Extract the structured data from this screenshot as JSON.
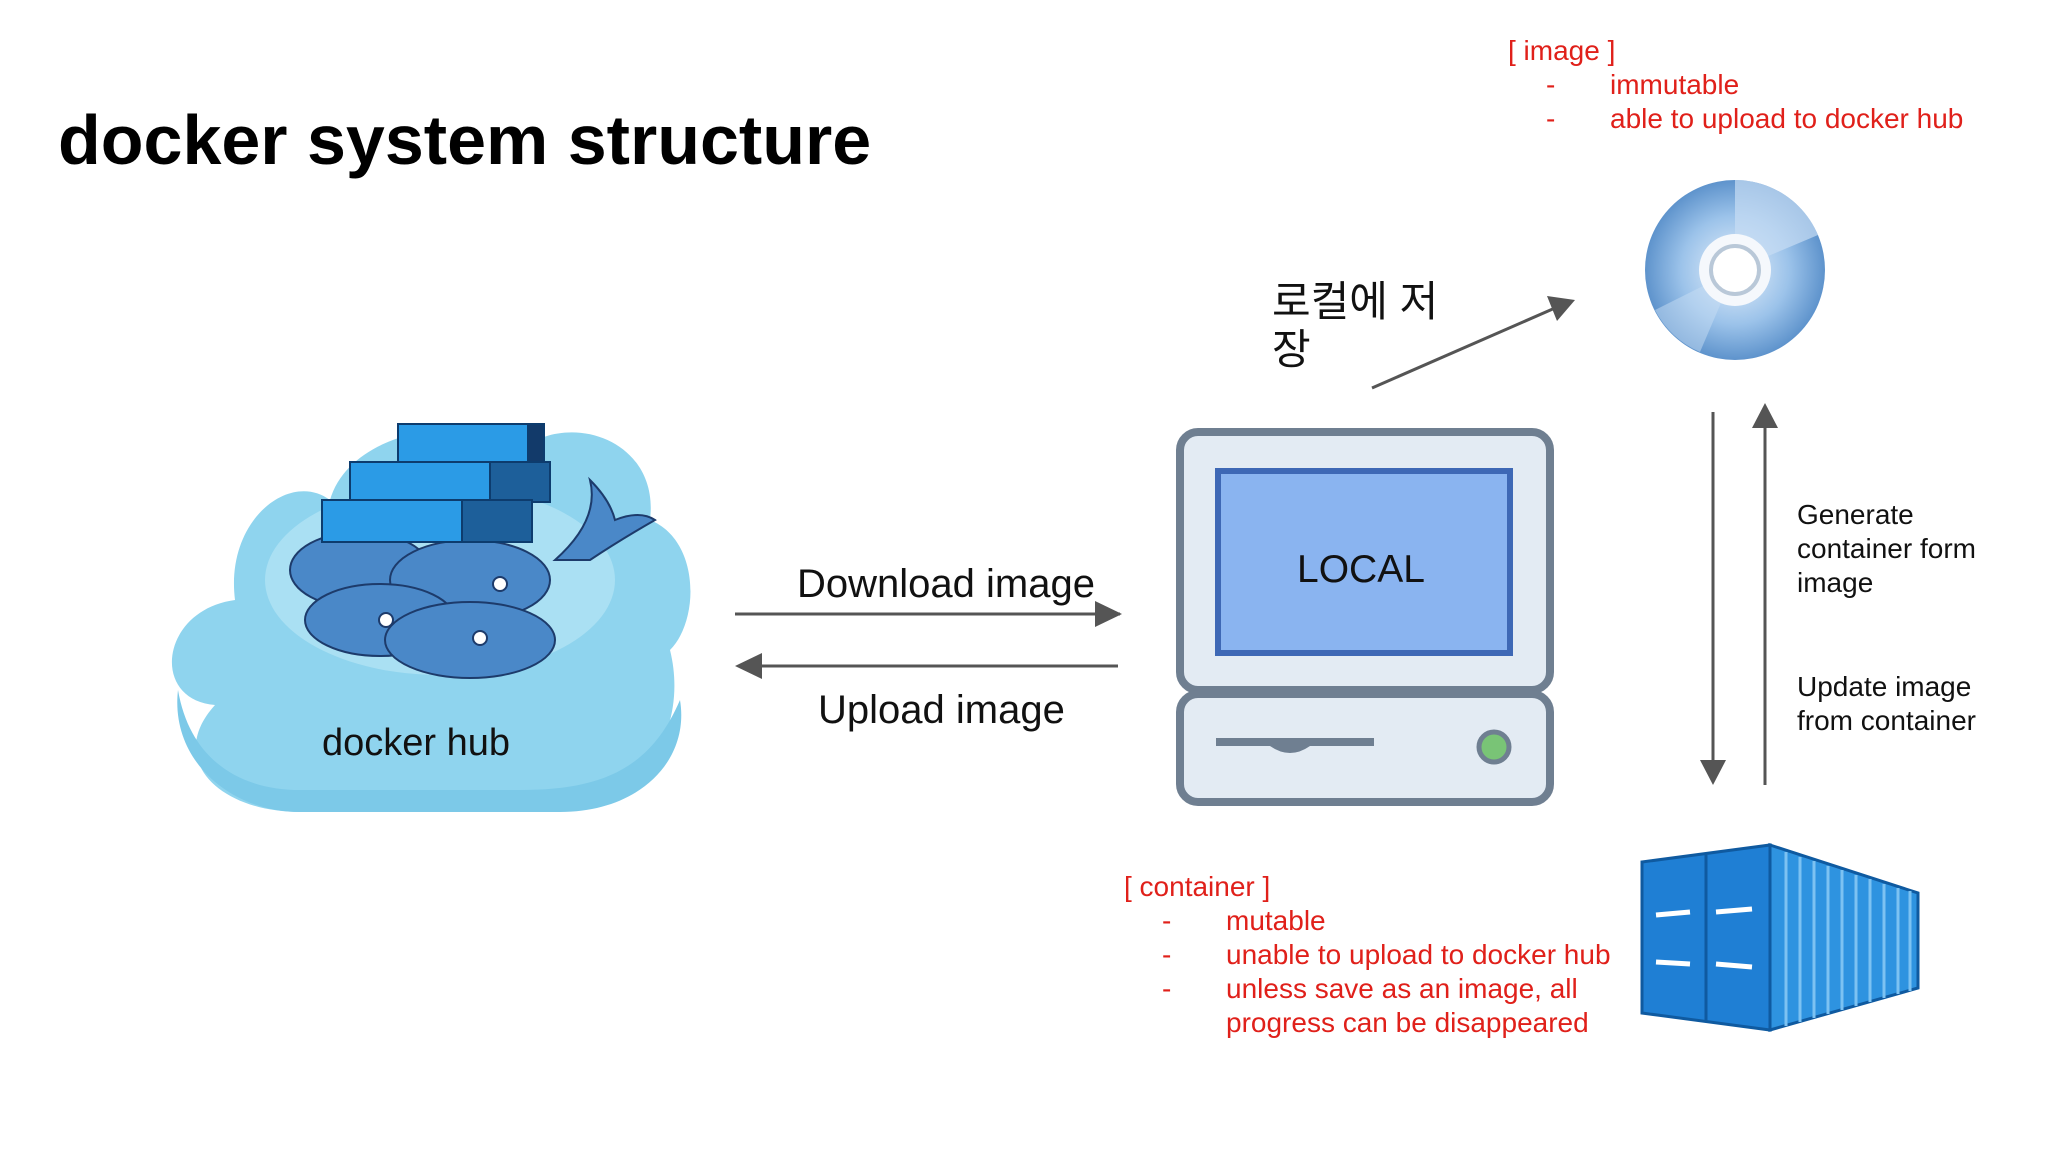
{
  "title": "docker system structure",
  "hub_label": "docker hub",
  "download_label": "Download image",
  "upload_label": "Upload image",
  "local_label": "LOCAL",
  "save_local_label": "로컬에 저장",
  "generate_label": "Generate container form image",
  "update_label": "Update image from container",
  "image_note": {
    "heading": "[ image ]",
    "items": [
      "immutable",
      "able to upload to docker hub"
    ]
  },
  "container_note": {
    "heading": "[ container ]",
    "items": [
      "mutable",
      "unable to upload to docker hub",
      "unless save as an image, all progress can be disappeared"
    ]
  },
  "colors": {
    "note_red": "#e0201a",
    "cloud": "#8fd4ee",
    "screen": "#8ab4f0",
    "container_blue": "#1f7fd4"
  },
  "icons": [
    "docker-whale-icon",
    "computer-icon",
    "disc-icon",
    "shipping-container-icon"
  ]
}
